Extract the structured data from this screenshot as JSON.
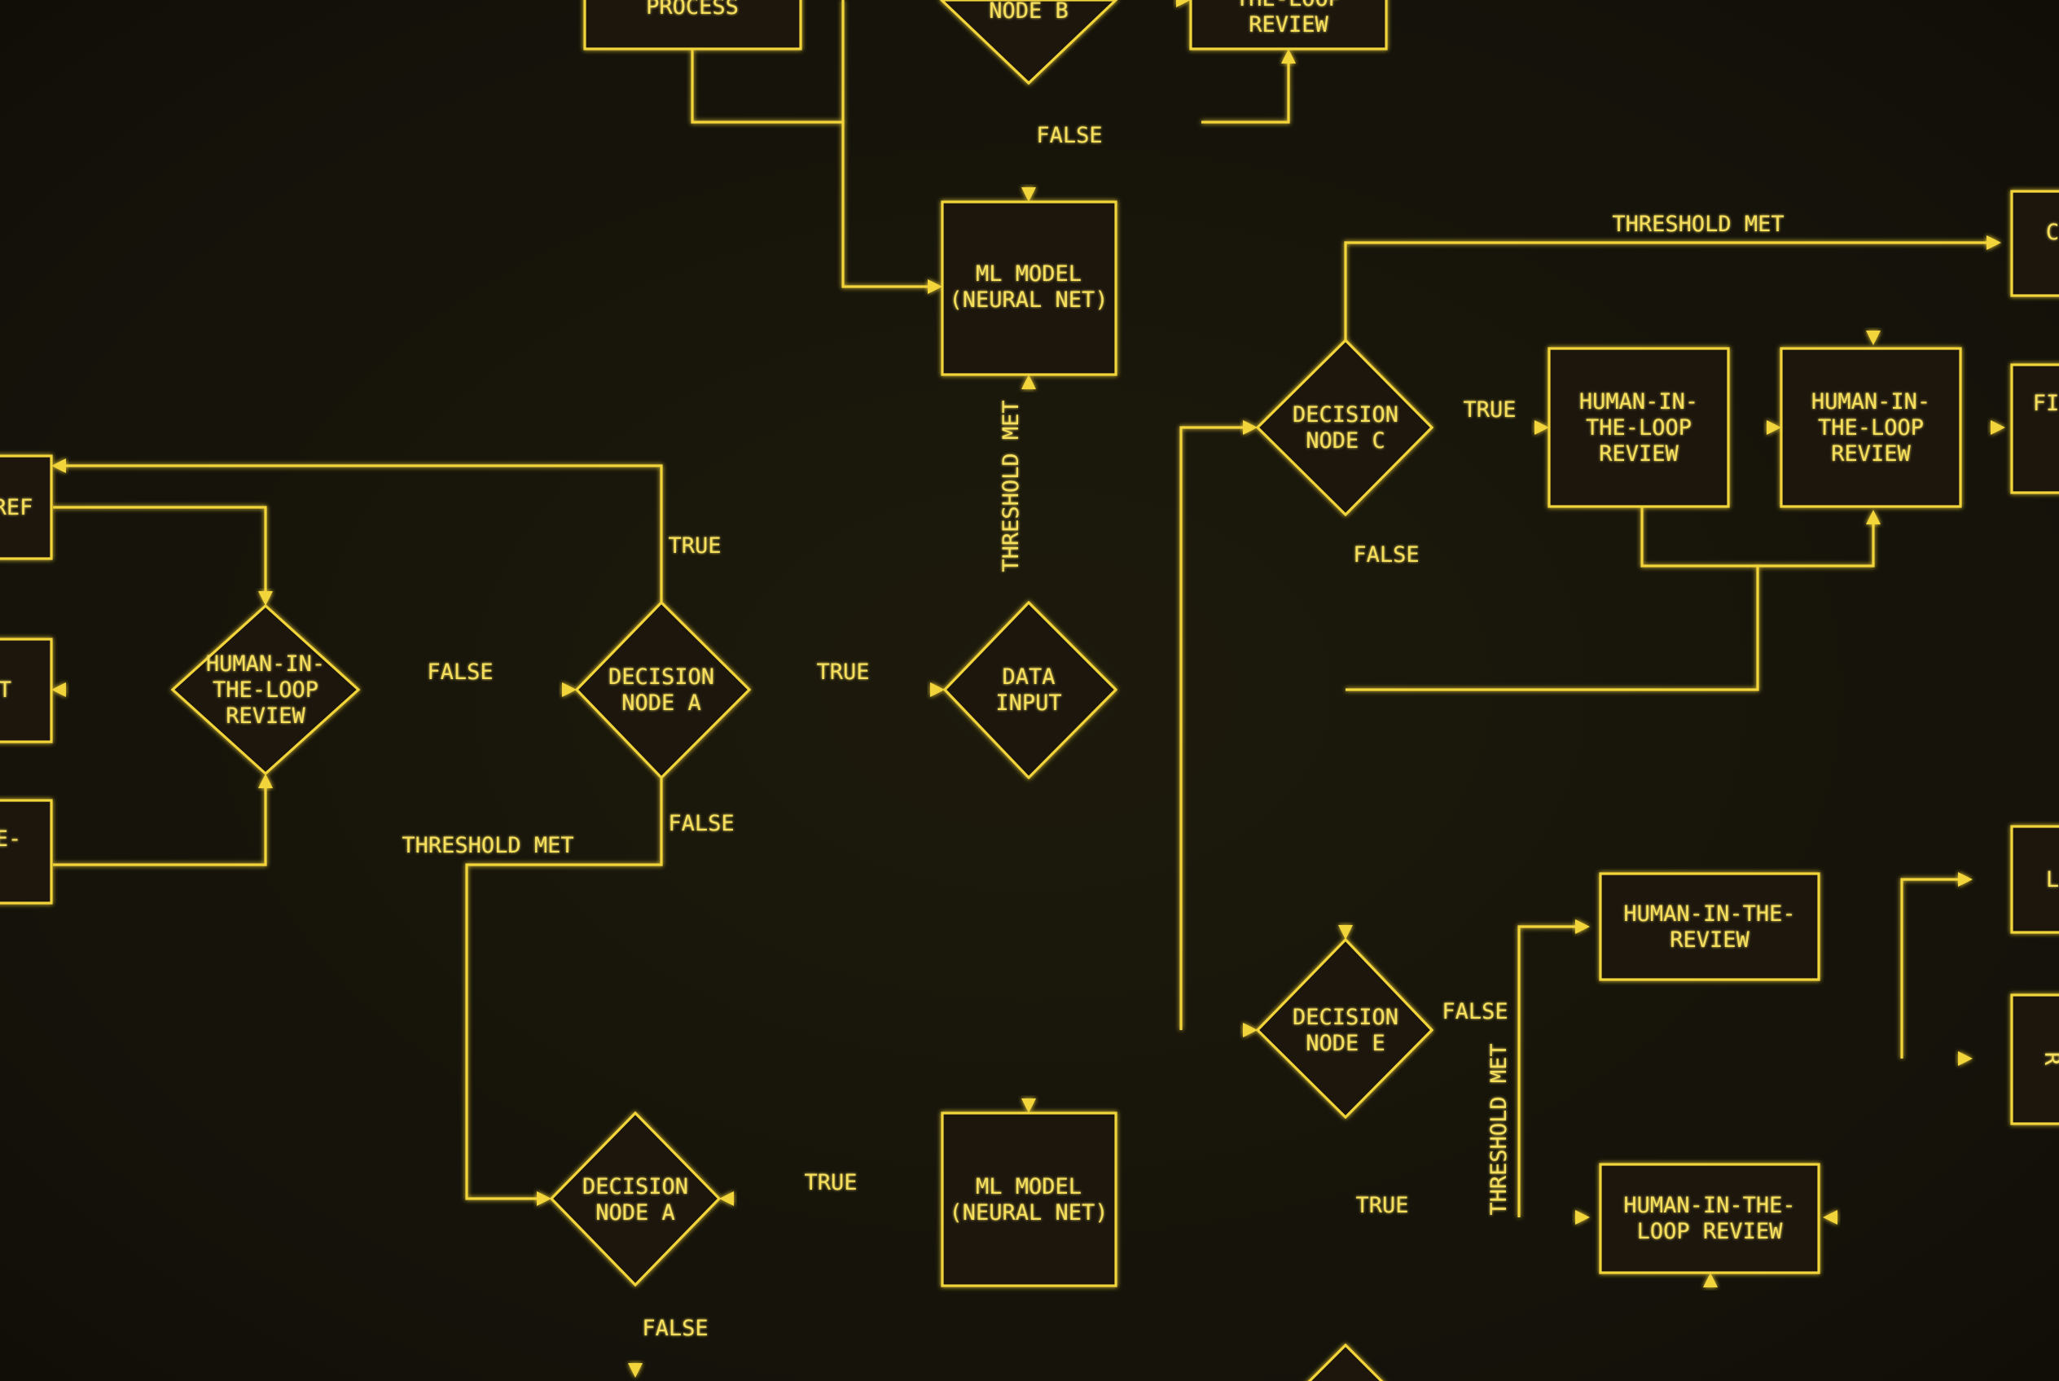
{
  "theme": {
    "background": "#17150a",
    "line": "#f2d43a",
    "text": "#f6df5c"
  },
  "nodes": {
    "process_top": [
      "PROCESS"
    ],
    "decision_b": [
      "NODE B"
    ],
    "review_top": [
      "THE-LOOP",
      "REVIEW"
    ],
    "ml_top": [
      "ML MODEL",
      "(NEURAL NET)"
    ],
    "partial_ref": [
      "REF"
    ],
    "partial_t": [
      "T"
    ],
    "partial_e": [
      "E-"
    ],
    "review_diamond_left": [
      "HUMAN-IN-",
      "THE-LOOP",
      "REVIEW"
    ],
    "decision_a_upper": [
      "DECISION",
      "NODE A"
    ],
    "data_input": [
      "DATA",
      "INPUT"
    ],
    "decision_c": [
      "DECISION",
      "NODE C"
    ],
    "review_c1": [
      "HUMAN-IN-",
      "THE-LOOP",
      "REVIEW"
    ],
    "review_c2": [
      "HUMAN-IN-",
      "THE-LOOP",
      "REVIEW"
    ],
    "partial_c": [
      "C"
    ],
    "partial_fi": [
      "FI"
    ],
    "decision_e": [
      "DECISION",
      "NODE E"
    ],
    "review_e1": [
      "HUMAN-IN-THE-",
      "REVIEW"
    ],
    "review_e2": [
      "HUMAN-IN-THE-",
      "LOOP REVIEW"
    ],
    "partial_l": [
      "L"
    ],
    "partial_r": [
      "R"
    ],
    "decision_a_lower": [
      "DECISION",
      "NODE A"
    ],
    "ml_bottom": [
      "ML MODEL",
      "(NEURAL NET)"
    ]
  },
  "edges": {
    "b_false": "FALSE",
    "threshold_met_top": "THRESHOLD MET",
    "a_true_up": "TRUE",
    "a_false_left": "FALSE",
    "a_true_right": "TRUE",
    "c_true": "TRUE",
    "c_false": "FALSE",
    "a_false_down": "FALSE",
    "threshold_met_left": "THRESHOLD MET",
    "threshold_met_vertical": "THRESHOLD MET",
    "e_false": "FALSE",
    "e_threshold": "THRESHOLD MET",
    "e_true": "TRUE",
    "ml_true": "TRUE",
    "lower_a_false": "FALSE"
  }
}
